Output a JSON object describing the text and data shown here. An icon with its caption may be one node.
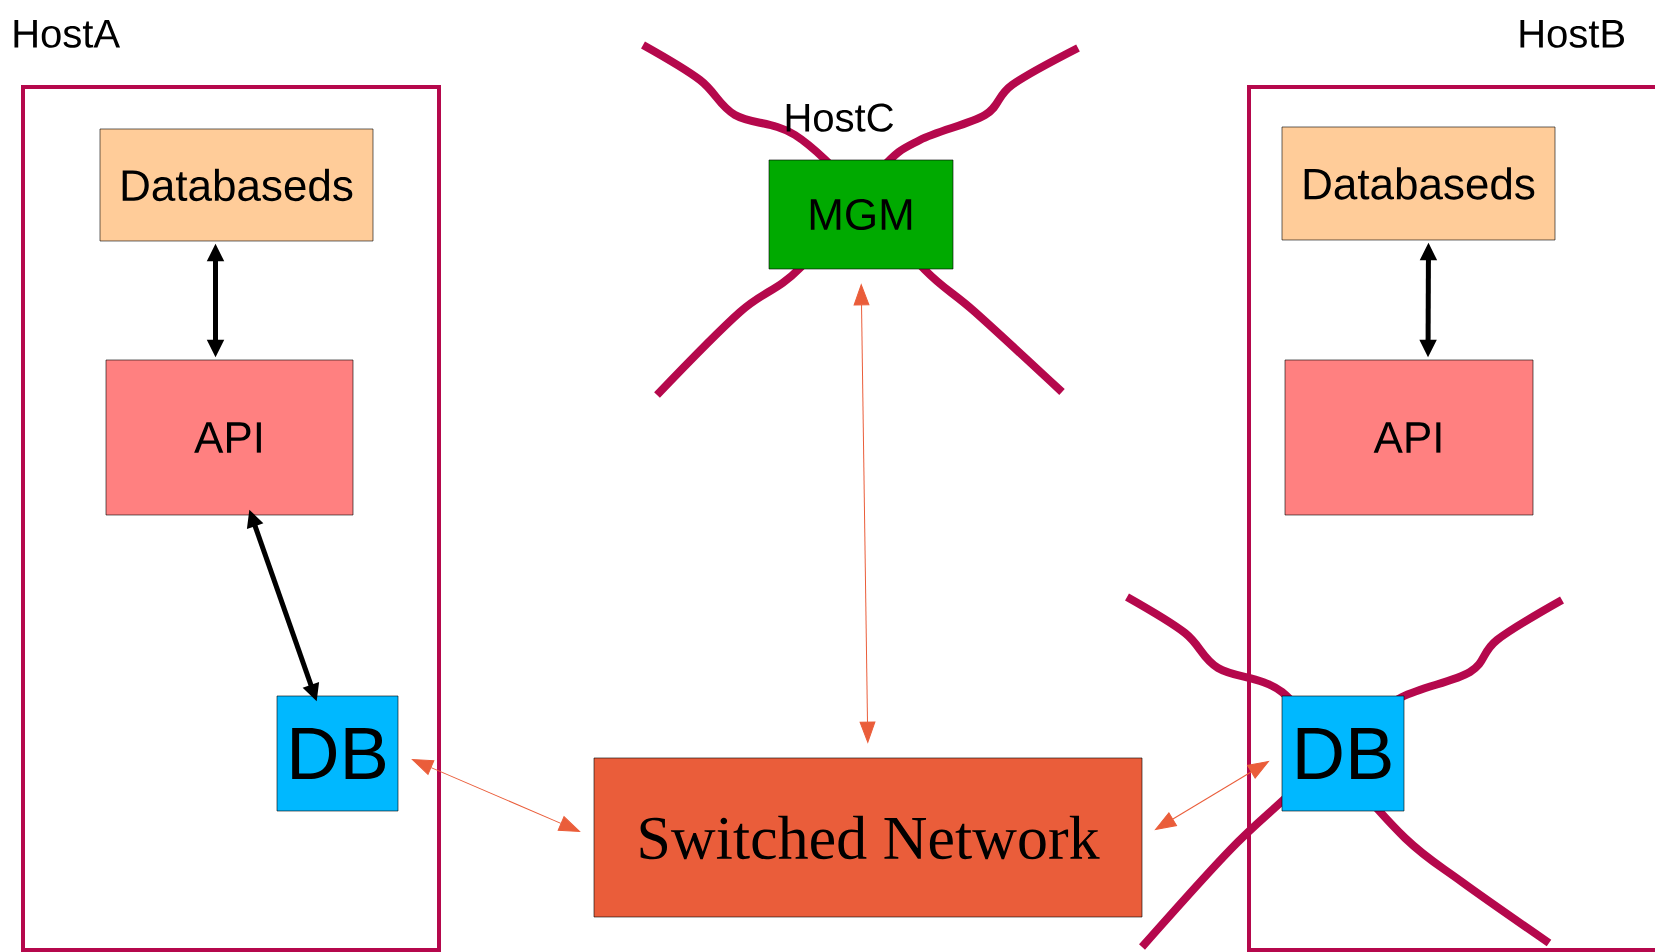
{
  "diagram": {
    "nodes": [
      {
        "text": [
          "HostA"
        ]
      },
      {
        "text": [
          "Databaseds"
        ],
        "in": 0
      },
      {
        "text": [
          "API"
        ],
        "in": 0
      },
      {
        "text": [
          "DB"
        ],
        "in": 0
      },
      {
        "text": [
          "MGM"
        ],
        "beside": [
          "HostC"
        ]
      },
      {
        "text": [
          "Switched Network"
        ]
      },
      {
        "text": [
          "HostB"
        ]
      },
      {
        "text": [
          "Databaseds"
        ],
        "in": 6
      },
      {
        "text": [
          "API"
        ],
        "in": 6
      },
      {
        "text": [
          "DB"
        ],
        "in": 6
      }
    ],
    "edges": [
      {
        "from": 1,
        "to": 2,
        "arrow": "both",
        "style": "thick"
      },
      {
        "from": 2,
        "to": 3,
        "arrow": "both",
        "style": "thick"
      },
      {
        "from": 3,
        "to": 5,
        "arrow": "both",
        "color": "#ea5d3a"
      },
      {
        "from": 4,
        "to": 5,
        "arrow": "both",
        "color": "#ea5d3a"
      },
      {
        "from": 9,
        "to": 5,
        "arrow": "both",
        "color": "#ea5d3a"
      },
      {
        "from": 7,
        "to": 8,
        "arrow": "both",
        "style": "thick"
      }
    ]
  }
}
